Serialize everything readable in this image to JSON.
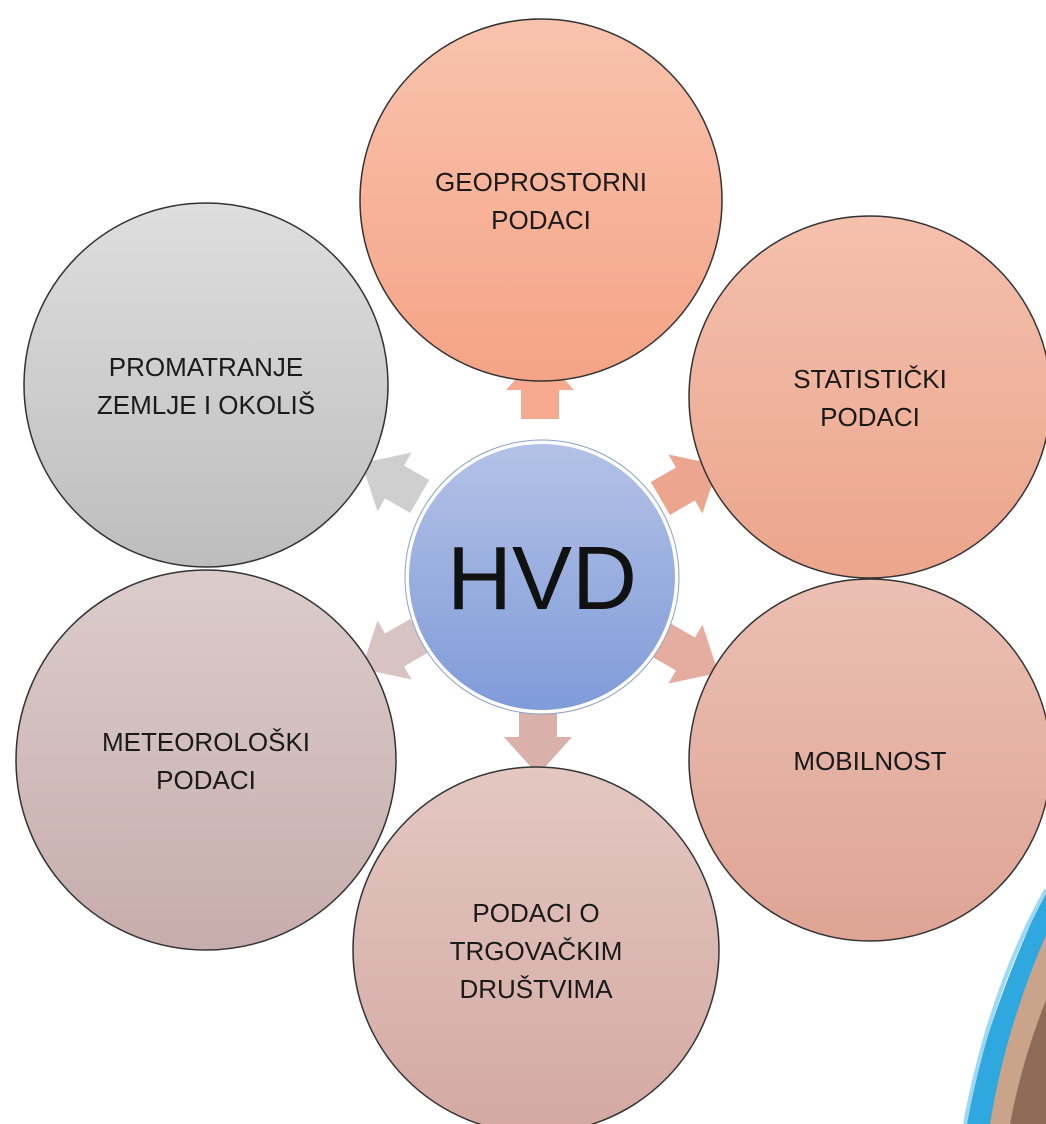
{
  "hub": {
    "label": "HVD",
    "colors": {
      "top": "#b4c2e6",
      "bottom": "#7f9bd9"
    }
  },
  "nodes": [
    {
      "id": "geoprostorni",
      "lines": [
        "GEOPROSTORNI",
        "PODACI"
      ],
      "colors": {
        "top": "#f9c3ad",
        "bottom": "#f5a386"
      }
    },
    {
      "id": "statisticki",
      "lines": [
        "STATISTIČKI",
        "PODACI"
      ],
      "colors": {
        "top": "#f4c0ad",
        "bottom": "#eba58c"
      }
    },
    {
      "id": "mobilnost",
      "lines": [
        "MOBILNOST"
      ],
      "colors": {
        "top": "#ebbfb3",
        "bottom": "#dea494"
      }
    },
    {
      "id": "trgovacka-drustva",
      "lines": [
        "PODACI O",
        "TRGOVAČKIM",
        "DRUŠTVIMA"
      ],
      "colors": {
        "top": "#e4c7c1",
        "bottom": "#d3a9a2"
      }
    },
    {
      "id": "meteoroloski",
      "lines": [
        "METEOROLOŠKI",
        "PODACI"
      ],
      "colors": {
        "top": "#dbcccb",
        "bottom": "#c7adab"
      }
    },
    {
      "id": "promatranje",
      "lines": [
        "PROMATRANJE",
        "ZEMLJE I OKOLIŠ"
      ],
      "colors": {
        "top": "#dedede",
        "bottom": "#bdbdbd"
      }
    }
  ],
  "arrow_colors": [
    "#f5a98f",
    "#eca58f",
    "#e5aca0",
    "#d9b0aa",
    "#d6c3c2",
    "#cfcfcf"
  ]
}
